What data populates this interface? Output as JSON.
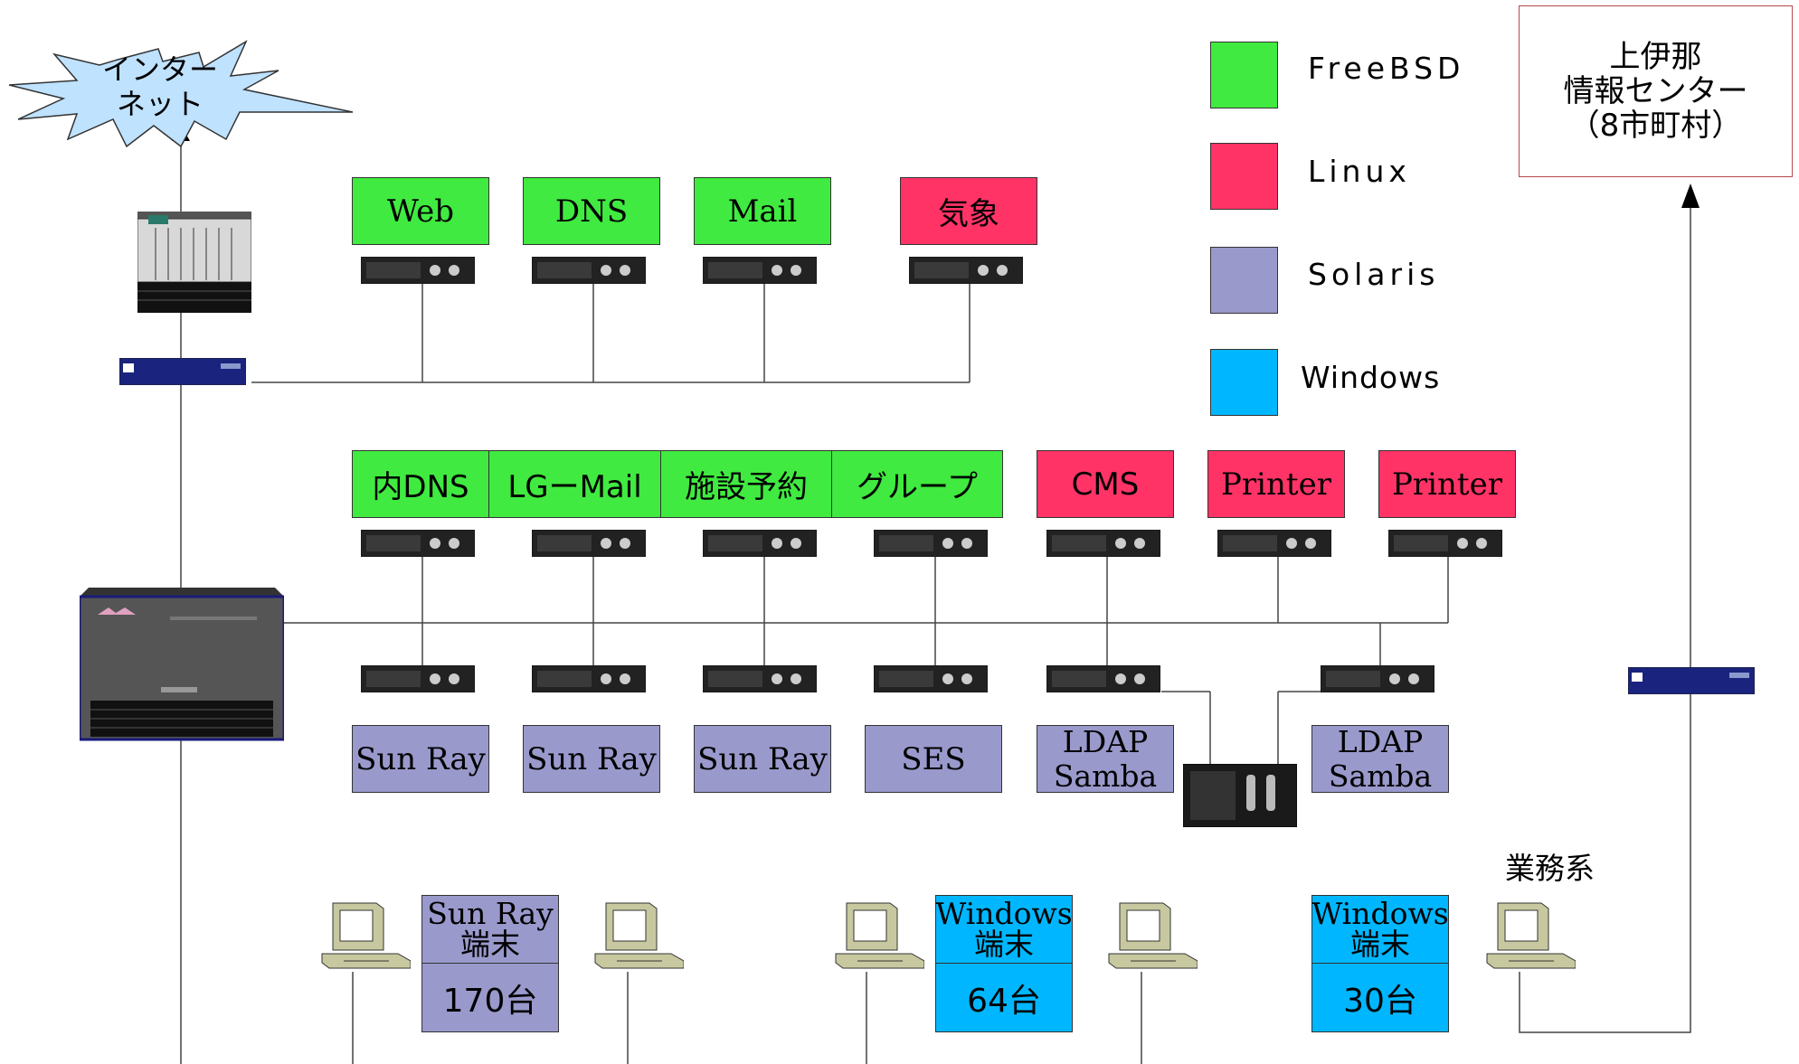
{
  "internet": {
    "line1": "インター",
    "line2": "ネット"
  },
  "legend": [
    {
      "label": "FreeBSD",
      "color": "#40ea40"
    },
    {
      "label": "Linux",
      "color": "#ff3366"
    },
    {
      "label": "Solaris",
      "color": "#9999cc"
    },
    {
      "label": "Windows",
      "color": "#00b7ff"
    }
  ],
  "info_center": {
    "line1": "上伊那",
    "line2": "情報センター",
    "line3": "（8市町村）"
  },
  "dmz_servers": [
    "Web",
    "DNS",
    "Mail",
    "気象"
  ],
  "internal_servers": [
    "内DNS",
    "LGーMail",
    "施設予約",
    "グループ",
    "CMS",
    "Printer",
    "Printer"
  ],
  "solaris_servers": [
    "Sun Ray",
    "Sun Ray",
    "Sun Ray",
    "SES"
  ],
  "ldap_servers": [
    {
      "line1": "LDAP",
      "line2": "Samba"
    },
    {
      "line1": "LDAP",
      "line2": "Samba"
    }
  ],
  "gyomu_label": "業務系",
  "terminals": [
    {
      "line1": "Sun Ray",
      "line2": "端末",
      "count": "170台",
      "color": "#9999cc"
    },
    {
      "line1": "Windows",
      "line2": "端末",
      "count": "64台",
      "color": "#00b7ff"
    },
    {
      "line1": "Windows",
      "line2": "端末",
      "count": "30台",
      "color": "#00b7ff"
    }
  ]
}
